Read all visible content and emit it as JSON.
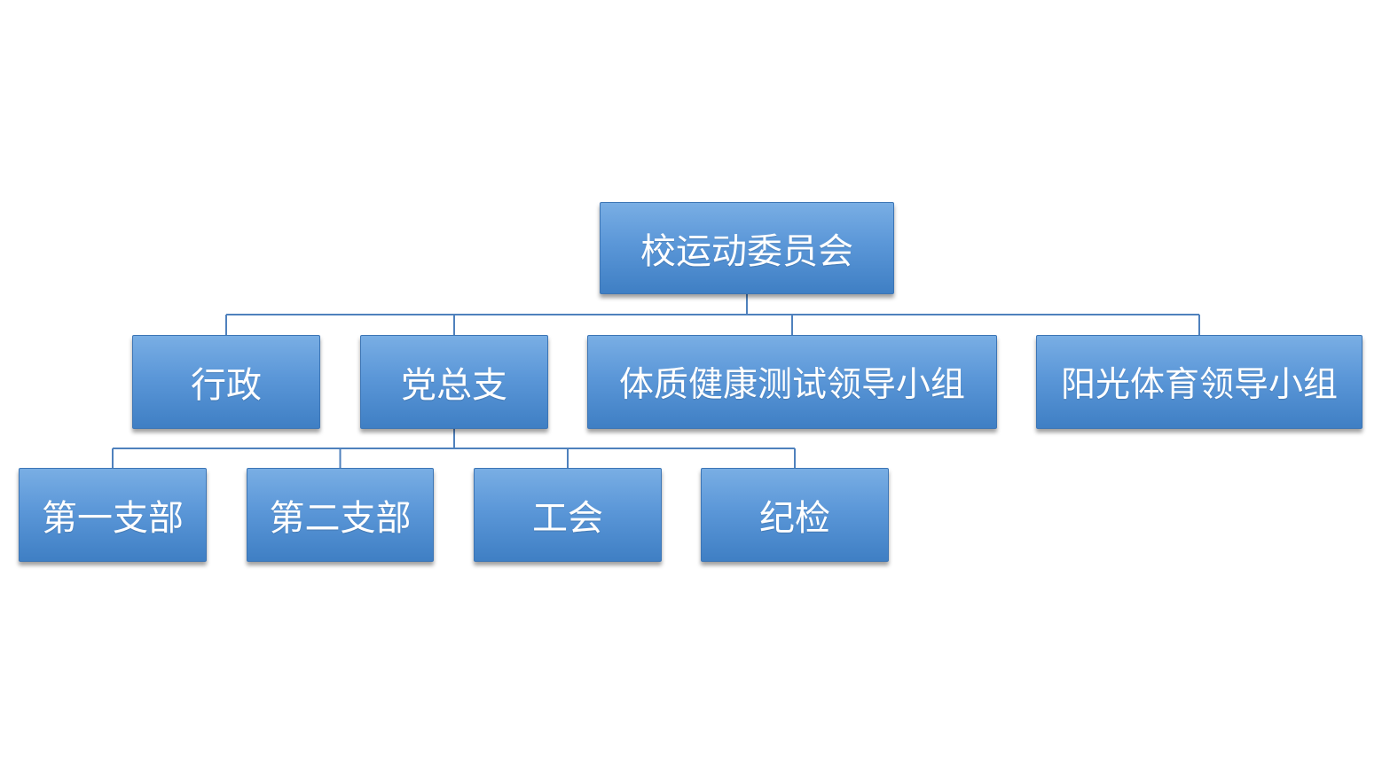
{
  "org_chart": {
    "root": "校运动委员会",
    "level1": [
      "行政",
      "党总支",
      "体质健康测试领导小组",
      "阳光体育领导小组"
    ],
    "level2_under_党总支": [
      "第一支部",
      "第二支部",
      "工会",
      "纪检"
    ]
  },
  "colors": {
    "node_fill": "#5b97d8",
    "node_border": "#3c75b5",
    "connector": "#4f81bd",
    "label": "#ffffff"
  }
}
